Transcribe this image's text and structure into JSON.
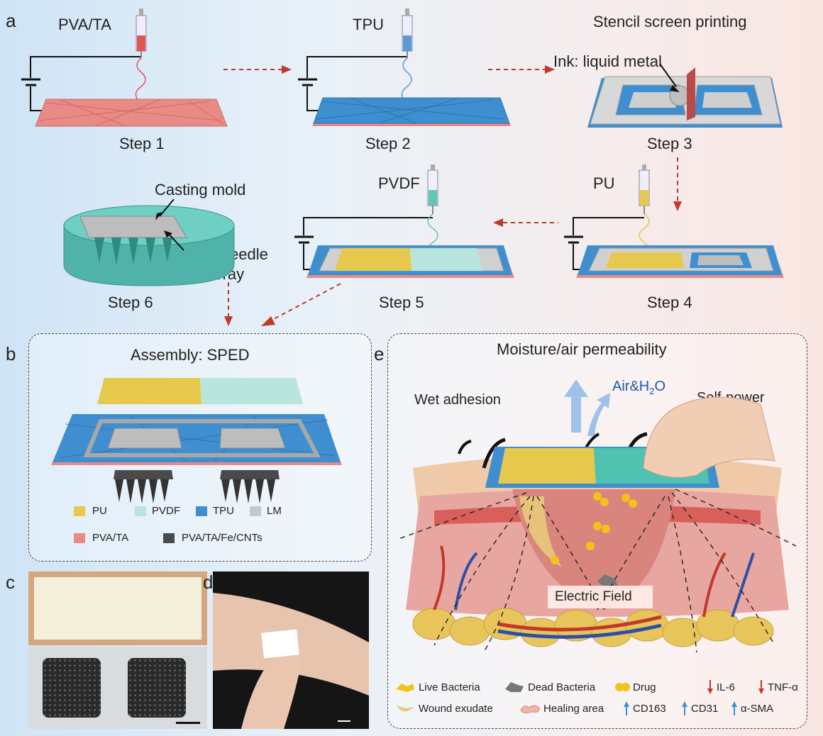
{
  "panel_a": {
    "letter": "a",
    "step1": {
      "label": "Step 1",
      "material": "PVA/TA"
    },
    "step2": {
      "label": "Step 2",
      "material": "TPU"
    },
    "step3": {
      "label": "Step 3",
      "title": "Stencil screen printing",
      "ink": "Ink: liquid metal"
    },
    "step4": {
      "label": "Step 4",
      "material": "PU"
    },
    "step5": {
      "label": "Step 5",
      "material": "PVDF"
    },
    "step6": {
      "label": "Step 6",
      "mold": "Casting mold",
      "needle_line1": "Microneedle",
      "needle_line2": "array"
    }
  },
  "panel_b": {
    "letter": "b",
    "title": "Assembly: SPED",
    "legend": [
      {
        "label": "PU",
        "color": "#e6c94c"
      },
      {
        "label": "PVDF",
        "color": "#b9e6dc"
      },
      {
        "label": "TPU",
        "color": "#3f8fd0"
      },
      {
        "label": "LM",
        "color": "#c8c8c8"
      },
      {
        "label": "PVA/TA",
        "color": "#e88a86"
      },
      {
        "label": "PVA/TA/Fe/CNTs",
        "color": "#4a4a4a"
      }
    ]
  },
  "panel_c": {
    "letter": "c"
  },
  "panel_d": {
    "letter": "d"
  },
  "panel_e": {
    "letter": "e",
    "title": "Moisture/air permeability",
    "wet_adhesion": "Wet adhesion",
    "air_h2o_main": "Air&H",
    "air_h2o_sub": "2",
    "air_h2o_end": "O",
    "self_power": "Self-power",
    "electric_field": "Electric Field",
    "legend": {
      "live_bacteria": "Live Bacteria",
      "dead_bacteria": "Dead Bacteria",
      "drug": "Drug",
      "il6": "IL-6",
      "tnfa": "TNF-α",
      "wound_exudate": "Wound exudate",
      "healing_area": "Healing area",
      "cd163": "CD163",
      "cd31": "CD31",
      "asma": "α-SMA"
    }
  },
  "colors": {
    "pu": "#e6c94c",
    "pvdf": "#b9e6dc",
    "tpu": "#3f8fd0",
    "lm": "#c8c8c8",
    "pva": "#e88a86",
    "cnt": "#4a4a4a",
    "arrow": "#c0392b"
  }
}
